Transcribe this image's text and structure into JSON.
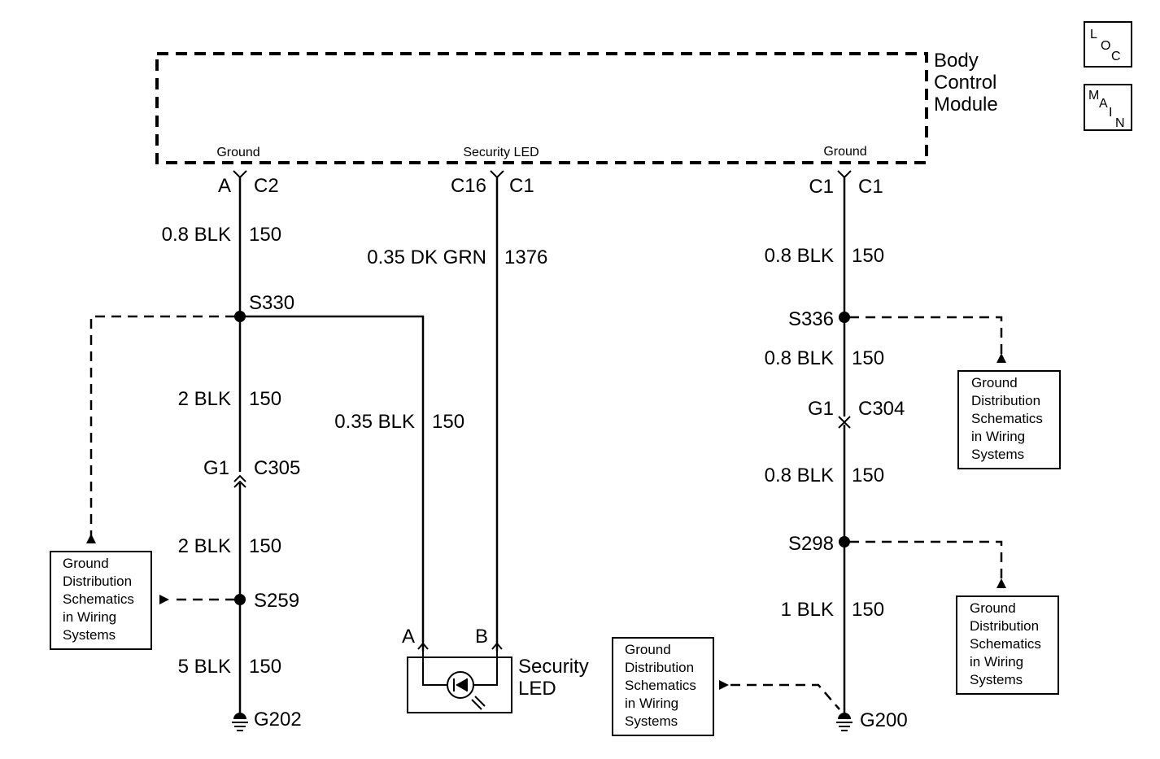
{
  "module": {
    "name_lines": [
      "Body",
      "Control",
      "Module"
    ],
    "pins": {
      "left": "Ground",
      "center": "Security LED",
      "right": "Ground"
    }
  },
  "icons": {
    "loc": {
      "l": "L",
      "o": "O",
      "c": "C"
    },
    "main": {
      "m": "M",
      "a": "A",
      "i": "I",
      "n": "N"
    }
  },
  "left_circuit": {
    "connector_top": {
      "pin": "A",
      "conn": "C2"
    },
    "wire1": {
      "size_color": "0.8 BLK",
      "circuit": "150"
    },
    "splice1": "S330",
    "wire2": {
      "size_color": "2 BLK",
      "circuit": "150"
    },
    "inline_connector": {
      "pin": "G1",
      "conn": "C305"
    },
    "wire3": {
      "size_color": "2 BLK",
      "circuit": "150"
    },
    "splice2": "S259",
    "wire4": {
      "size_color": "5 BLK",
      "circuit": "150"
    },
    "ground": "G202"
  },
  "center_circuit": {
    "connector_top": {
      "pin": "C16",
      "conn": "C1"
    },
    "signal_wire": {
      "size_color": "0.35 DK GRN",
      "circuit": "1376"
    },
    "ground_wire": {
      "size_color": "0.35 BLK",
      "circuit": "150"
    },
    "component": {
      "pin_a": "A",
      "pin_b": "B",
      "name_lines": [
        "Security",
        "LED"
      ]
    }
  },
  "right_circuit": {
    "connector_top": {
      "pin": "C1",
      "conn": "C1"
    },
    "wire1": {
      "size_color": "0.8 BLK",
      "circuit": "150"
    },
    "splice1": "S336",
    "wire2": {
      "size_color": "0.8 BLK",
      "circuit": "150"
    },
    "inline_connector": {
      "pin": "G1",
      "conn": "C304"
    },
    "wire3": {
      "size_color": "0.8 BLK",
      "circuit": "150"
    },
    "splice2": "S298",
    "wire4": {
      "size_color": "1 BLK",
      "circuit": "150"
    },
    "ground": "G200"
  },
  "reference_box_lines": [
    "Ground",
    "Distribution",
    "Schematics",
    "in Wiring",
    "Systems"
  ]
}
